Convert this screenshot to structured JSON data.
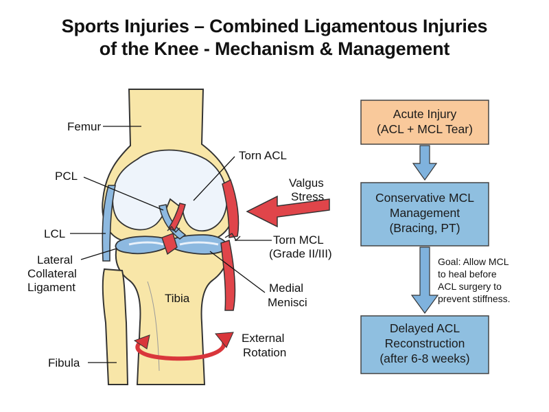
{
  "title": {
    "line1": "Sports Injuries – Combined Ligamentous Injuries",
    "line2": "of the Knee - Mechanism & Management"
  },
  "labels": {
    "femur": "Femur",
    "torn_acl": "Torn ACL",
    "pcl": "PCL",
    "valgus_1": "Valgus",
    "valgus_2": "Stress",
    "lcl": "LCL",
    "torn_mcl_1": "Torn MCL",
    "torn_mcl_2": "(Grade II/III)",
    "lateral_1": "Lateral",
    "lateral_2": "Collateral",
    "lateral_3": "Ligament",
    "medial_1": "Medial",
    "medial_2": "Menisci",
    "tibia": "Tibia",
    "external_1": "External",
    "external_2": "Rotation",
    "fibula": "Fibula"
  },
  "flow": {
    "step1": {
      "line1": "Acute Injury",
      "line2": "(ACL + MCL Tear)",
      "color": "#f9c99b"
    },
    "step2": {
      "line1": "Conservative MCL",
      "line2": "Management",
      "line3": "(Bracing, PT)",
      "color": "#8fbfe0"
    },
    "step3": {
      "line1": "Delayed ACL",
      "line2": "Reconstruction",
      "line3": "(after 6-8 weeks)",
      "color": "#8fbfe0"
    },
    "goal": {
      "line1": "Goal: Allow MCL",
      "line2": "to heal before",
      "line3": "ACL surgery to",
      "line4": "prevent stiffness."
    }
  },
  "colors": {
    "bone": "#f8e6a8",
    "cartilage": "#e9f1fa",
    "ligament_blue": "#8db9e0",
    "ligament_red": "#e0454a",
    "arrow_blue": "#7fb2dd"
  }
}
